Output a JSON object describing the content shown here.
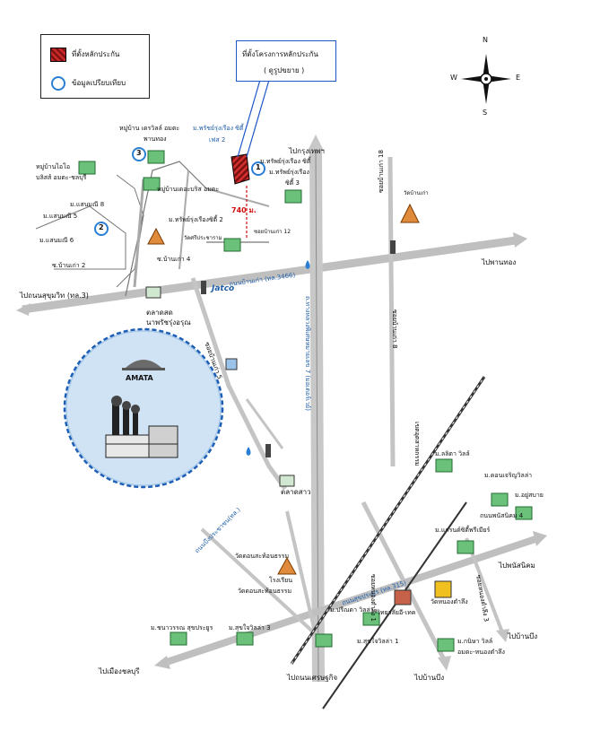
{
  "legend": {
    "project_site": "ที่ตั้งหลักประกัน",
    "comparison_data": "ข้อมูลเปรียบเทียบ"
  },
  "callout": {
    "line1": "ที่ตั้งโครงการหลักประกัน",
    "line2": "( ดูรูปขยาย )"
  },
  "compass": {
    "n": "N",
    "s": "S",
    "e": "E",
    "w": "W"
  },
  "markers": {
    "m1": "1",
    "m2": "2",
    "m3": "3"
  },
  "distance": "740 ม.",
  "brands": {
    "jatco": "Jatco",
    "amata": "AMATA"
  },
  "labels": {
    "to_bangkok": "ไปกรุงเทพฯ",
    "to_phan_thong": "ไปพานทอง",
    "to_sukhumvit": "ไปถนนสุขุมวิท (ทล.3)",
    "to_phanat_nikhom": "ไปพนัสนิคม",
    "to_ban_bueng_r": "ไปบ้านบึง",
    "to_ban_bueng_b": "ไปบ้านบึง",
    "to_chonburi": "ไปเมืองชลบุรี",
    "to_setthakit": "ไปถนนเศรษฐกิจ",
    "ban_kao_road": "ถนนบ้านเก่า (ทล.3466)",
    "sukprayoon_road": "ถนนสุขประยูร (ทล.315)",
    "bueng_road": "ถนนบึงประชาชน(ทล.)",
    "motorway": "ถ.ทางหลวงพิเศษหมายเลข 7 (มอเตอร์เวย์)",
    "market_1": "ตลาดสด",
    "market_1b": "นาพรัชรุ่งอรุณ",
    "market_2": "ตลาดสาว",
    "village_dreamland": "หมู่บ้าน  เดรวิลล์ อมตะ",
    "village_phanthong": "พานทอง",
    "village_patcharuang": "ม.พรัชย์รุ่งเรือง ซิตี้",
    "village_phase2": "เฟส 2",
    "m_pat1": "ม.ทรัพย์รุ่งเรือง ซิตี้",
    "m_pat2": "ม.ทรัพย์รุ่งเรือง",
    "m_pat2b": "ซิตี้ 3",
    "m_pat3": "ม.ทรัพย์รุ่งเรืองซิตี้ 2",
    "wat_prachanam": "วัดศรีประชาราม",
    "soi_ban_kao12": "ซอยบ้านเก่า 12",
    "village_lalin": "หมู่บ้านไอโอ",
    "village_lalin_b": "บลิสส์ อมตะ-ชลบุรี",
    "village_phanthong_2": "หมู่บ้านเดอะบริส อมตะ",
    "m_sam6": "ม.แสนมณี 6",
    "m_sam8": "ม.แสนมณี 8",
    "m_sam5": "ม.แสนมณี 5",
    "soi_bankao2": "ซ.บ้านเก่า 2",
    "soi_bankao4": "ซ.บ้านเก่า 4",
    "soi_bankao18": "ซอยบ้านเก่า 18",
    "wat_bankao": "วัดบ้านเก่า",
    "soi_ban_kao5": "ซอยบ้านเก่า 5",
    "m_sukprayoon3": "ม.ชนาวรรณ สุขประยูร",
    "m_sukjai3": "ม.สุขใจวิลล่า 3",
    "m_sukjai1": "ม.สุขใจวิลล่า 1",
    "m_parinda": "ม.ปรีณดา วิลล่า",
    "m_lalita": "ม.ลลิตา วิลล์",
    "m_donkrua": "ม.ดอนเจริญวิลล่า",
    "m_ngamsuk": "ม.อยู่สบาย",
    "m_phanat4": "ถนนพนัสนิคม 4",
    "m_grandcity": "ม.แกรนด์ซิตี้พรีเมียร์",
    "m_kanita": "ม.กนิษา วิลล์",
    "m_kanita_b": "อมตะ-หนองตำลึง",
    "wat_nongtamlueng": "วัดหนองตำลึง",
    "wat_donsatham": "วัดดอนสะท้อนธรรม",
    "school": "โรงเรียน",
    "school_b": "วัดดอนสะท้อนธรรม",
    "college": "วิทยาลัยอี-เทค",
    "soi_a": "ซอยหนองตำลึง 1",
    "soi_b": "ซอยหนองตำลึง 3",
    "soi_c": "ซอยบ้านเก่า 8",
    "rest_area": "เขตอุตสาหกรรม"
  }
}
